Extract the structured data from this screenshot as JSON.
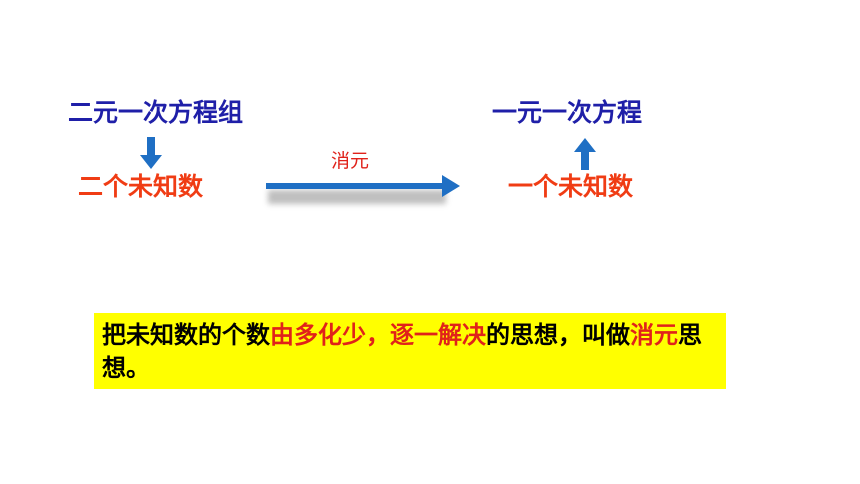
{
  "diagram": {
    "left_top_label": "二元一次方程组",
    "left_bottom_label": "二个未知数",
    "right_top_label": "一元一次方程",
    "right_bottom_label": "一个未知数",
    "arrow_label": "消元"
  },
  "summary": {
    "seg1": "把未知数的个数",
    "seg2": "由多化少，逐一解决",
    "seg3": "的思想，叫做",
    "seg4": "消元",
    "seg5": "思想。"
  },
  "colors": {
    "blue_text": "#1f1fa8",
    "red_text": "#f03c14",
    "arrow_blue": "#1f6fc4",
    "highlight_box": "#ffff00"
  },
  "icons": {
    "down": "arrow-down-icon",
    "up": "arrow-up-icon",
    "main": "arrow-right-icon"
  }
}
